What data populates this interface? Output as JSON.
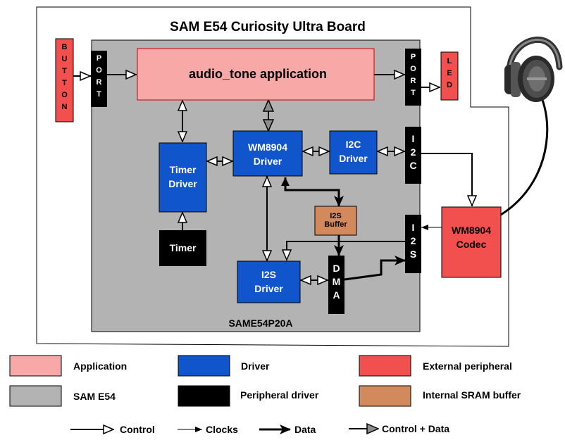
{
  "board": {
    "title": "SAM E54 Curiosity Ultra Board"
  },
  "chip": {
    "label": "SAME54P20A"
  },
  "blocks": {
    "button": "BUTTON",
    "port_in": "PORT",
    "app": "audio_tone application",
    "port_out": "PORT",
    "led": "LED",
    "timer_driver": [
      "Timer",
      "Driver"
    ],
    "wm8904_driver": [
      "WM8904",
      "Driver"
    ],
    "i2c_driver": [
      "I2C",
      "Driver"
    ],
    "i2c": "I2C",
    "timer": "Timer",
    "i2s_buffer": [
      "I2S",
      "Buffer"
    ],
    "i2s": "I2S",
    "i2s_driver": [
      "I2S",
      "Driver"
    ],
    "dma": "DMA",
    "codec": [
      "WM8904",
      "Codec"
    ]
  },
  "legend": {
    "items": [
      {
        "label": "Application",
        "color": "#f9a8a8"
      },
      {
        "label": "Driver",
        "color": "#1155cc"
      },
      {
        "label": "External peripheral",
        "color": "#f24f4f"
      },
      {
        "label": "SAM E54",
        "color": "#b3b3b3"
      },
      {
        "label": "Peripheral driver",
        "color": "#000000"
      },
      {
        "label": "Internal SRAM buffer",
        "color": "#d2895b"
      }
    ],
    "arrows": [
      {
        "label": "Control",
        "icon": "hollow-arrow-icon"
      },
      {
        "label": "Clocks",
        "icon": "thin-arrow-icon"
      },
      {
        "label": "Data",
        "icon": "thick-arrow-icon"
      },
      {
        "label": "Control + Data",
        "icon": "gray-filled-arrow-icon"
      }
    ]
  },
  "colors": {
    "application": "#f9a8a8",
    "driver": "#1155cc",
    "external": "#f24f4f",
    "chip": "#b3b3b3",
    "peripheral": "#000000",
    "buffer": "#d2895b"
  }
}
